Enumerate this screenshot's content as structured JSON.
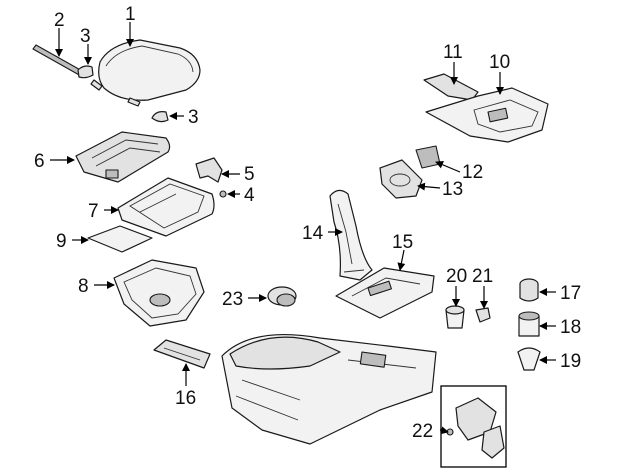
{
  "diagram": {
    "callouts": {
      "c1": "1",
      "c2": "2",
      "c3a": "3",
      "c3b": "3",
      "c4": "4",
      "c5": "5",
      "c6": "6",
      "c7": "7",
      "c8": "8",
      "c9": "9",
      "c10": "10",
      "c11": "11",
      "c12": "12",
      "c13": "13",
      "c14": "14",
      "c15": "15",
      "c16": "16",
      "c17": "17",
      "c18": "18",
      "c19": "19",
      "c20": "20",
      "c21": "21",
      "c22": "22",
      "c23": "23"
    }
  }
}
